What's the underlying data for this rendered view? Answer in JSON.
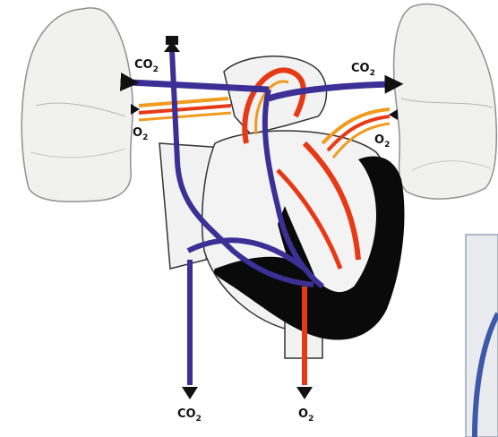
{
  "labels": {
    "co2_left": "CO",
    "o2_left": "O",
    "co2_right": "CO",
    "o2_right": "O",
    "co2_bottom": "CO",
    "o2_bottom": "O",
    "sub_2": "2"
  },
  "colors": {
    "deoxygenated": "#3c2f95",
    "oxygenated": "#e63a17",
    "orange": "#f09a1e",
    "heart_wall": "#0a0a0a",
    "lung_fill": "#f1f1ef",
    "lung_stroke": "#8f8f8f"
  }
}
